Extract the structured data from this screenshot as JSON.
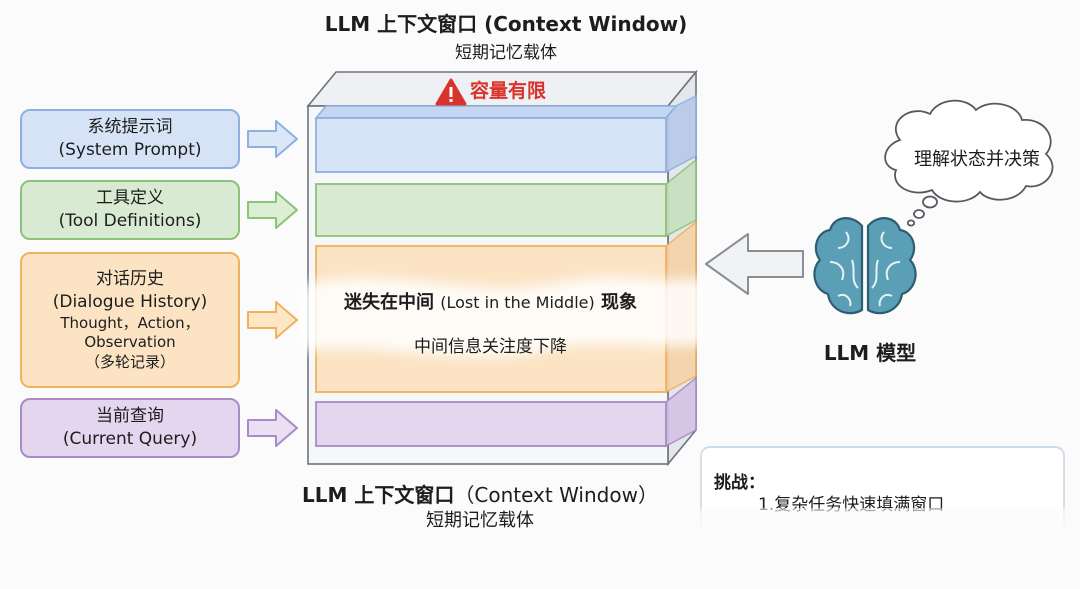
{
  "header": {
    "title": "LLM 上下文窗口 (Context Window)",
    "subtitle": "短期记忆载体"
  },
  "capacity_label": "容量有限",
  "inputs": [
    {
      "line1": "系统提示词",
      "line2": "(System Prompt)"
    },
    {
      "line1": "工具定义",
      "line2": "(Tool Definitions)"
    },
    {
      "line1": "对话历史",
      "line2": "(Dialogue History)",
      "line3": "Thought，Action，",
      "line4": "Observation",
      "line5": "（多轮记录）"
    },
    {
      "line1": "当前查询",
      "line2": "(Current Query)"
    }
  ],
  "lost_middle": {
    "title_bold_left": "迷失在中间",
    "title_normal": "(Lost in the Middle)",
    "title_bold_right": "现象",
    "subtitle": "中间信息关注度下降"
  },
  "footer": {
    "title_bold": "LLM 上下文窗口",
    "title_rest": "（Context Window）",
    "subtitle": "短期记忆载体"
  },
  "model": {
    "label": "LLM 模型",
    "thought": "理解状态并决策"
  },
  "challenge": {
    "title": "挑战：",
    "item": "1.复杂任务快速填满窗口"
  },
  "colors": {
    "blue_fill": "#d6e3f7",
    "blue_border": "#8eb0df",
    "green_fill": "#d9ead3",
    "green_border": "#8cc279",
    "orange_fill": "#fbe3c3",
    "orange_border": "#efb25a",
    "purple_fill": "#e4d6ee",
    "purple_border": "#a98bc6",
    "warning_red": "#d9342b",
    "brain_teal": "#4b90a8"
  },
  "icons": [
    "warning-icon",
    "brain-icon",
    "thought-cloud-icon",
    "arrow-right-icon",
    "arrow-left-icon"
  ]
}
